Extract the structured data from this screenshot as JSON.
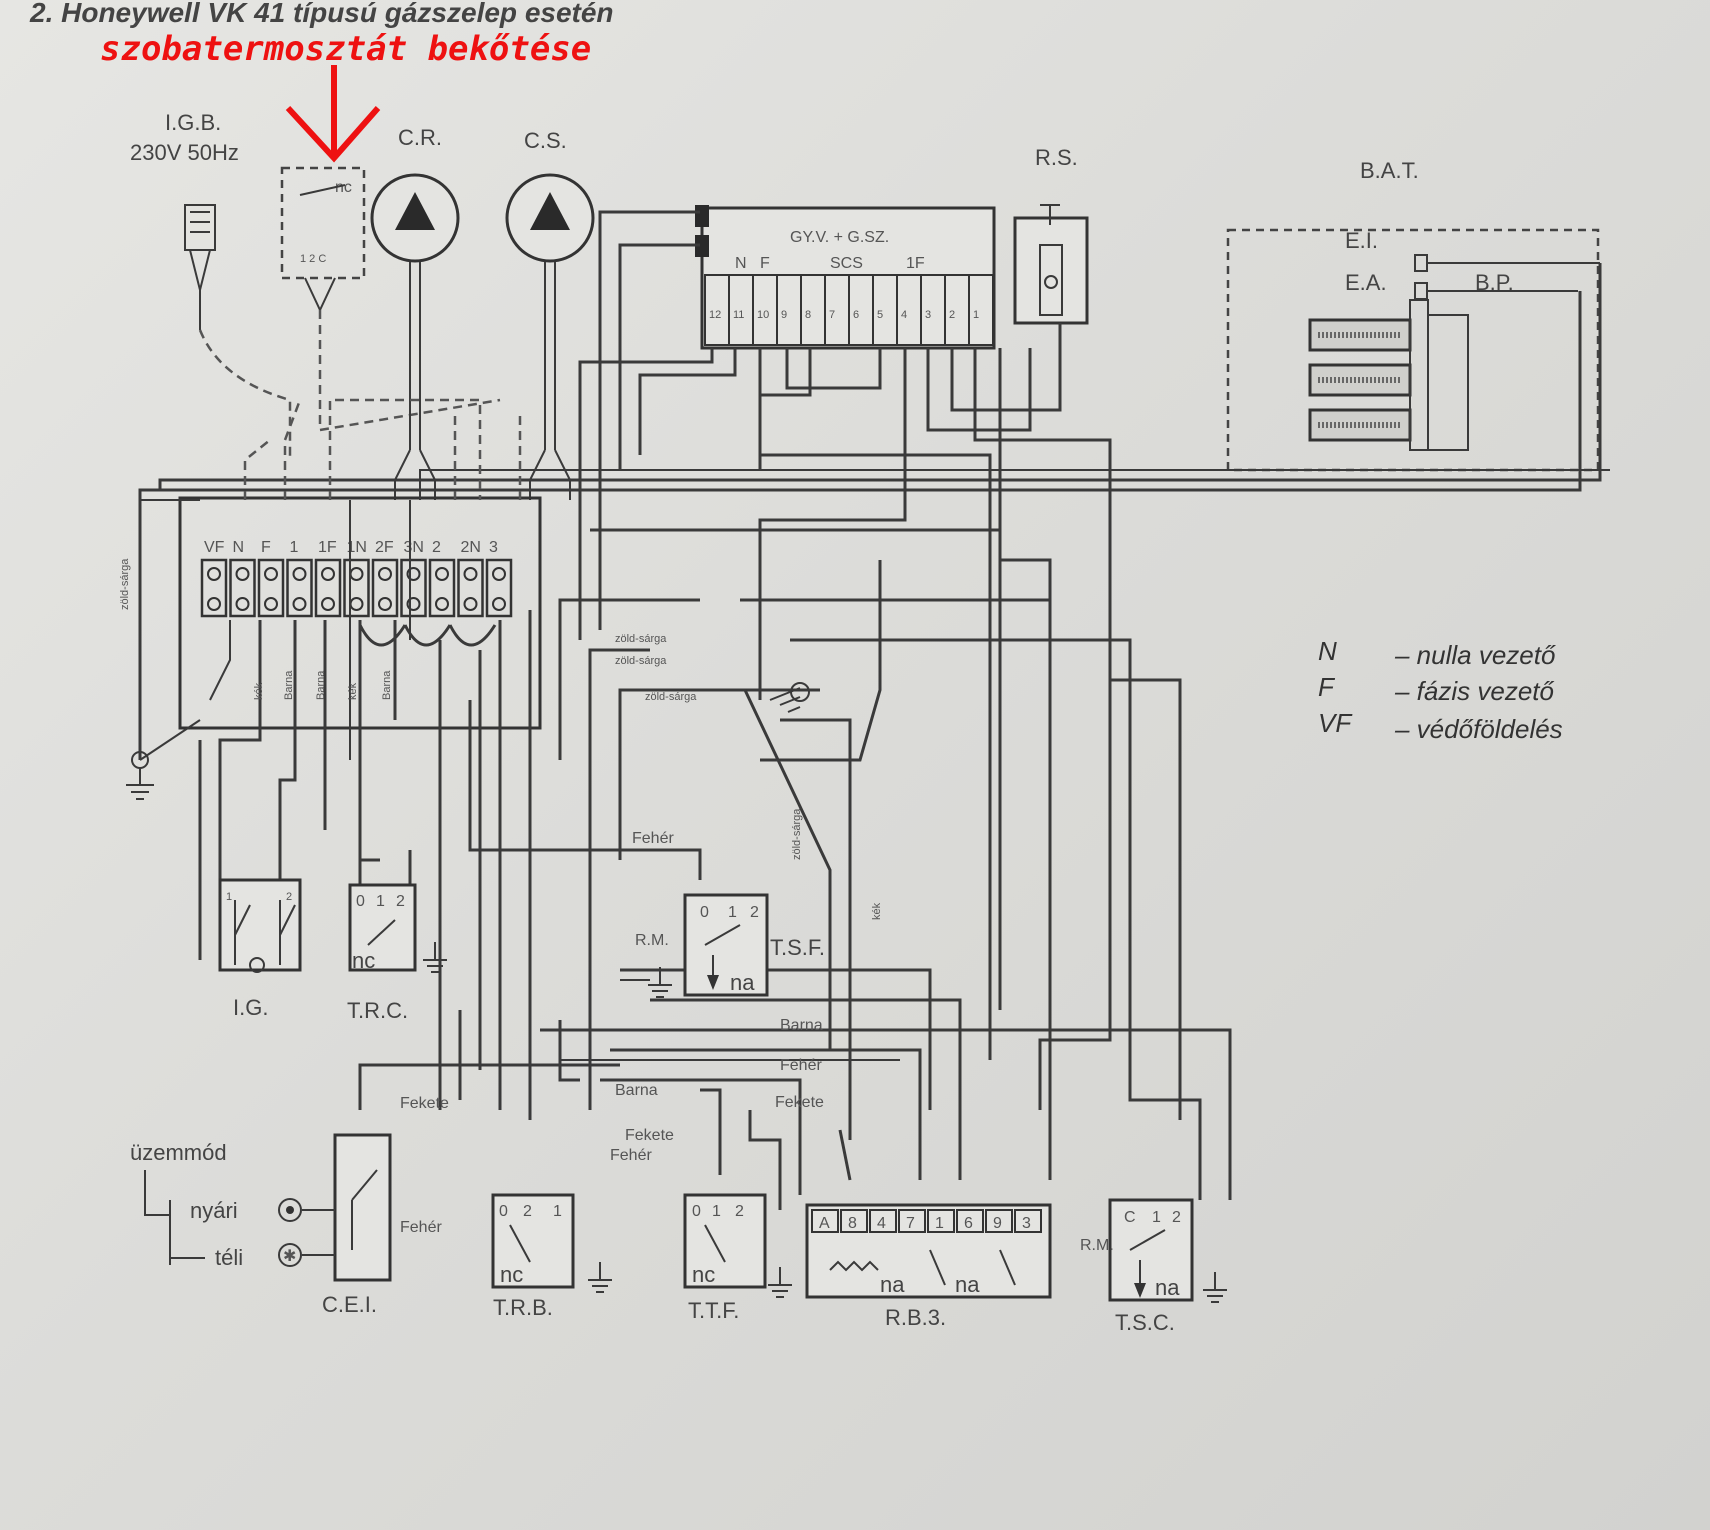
{
  "header": {
    "title": "2. Honeywell VK 41 típusú gázszelep esetén",
    "annotation": "szobatermosztát bekőtése"
  },
  "components": {
    "igb": "I.G.B.",
    "igb_voltage": "230V 50Hz",
    "cr": "C.R.",
    "cs": "C.S.",
    "rs": "R.S.",
    "bat": "B.A.T.",
    "ei": "E.I.",
    "ea": "E.A.",
    "bp": "B.P.",
    "gyv": "GY.V. + G.SZ.",
    "ig": "I.G.",
    "trc": "T.R.C.",
    "tsf": "T.S.F.",
    "rm1": "R.M.",
    "rm2": "R.M.",
    "cei": "C.E.I.",
    "trb": "T.R.B.",
    "ttf": "T.T.F.",
    "rb3": "R.B.3.",
    "tsc": "T.S.C.",
    "nc": "nc",
    "na": "na"
  },
  "gyv_pins": [
    "N",
    "F",
    "SCS",
    "1F"
  ],
  "gyv_numbers": [
    "12",
    "11",
    "10",
    "9",
    "8",
    "7",
    "6",
    "5",
    "4",
    "3",
    "2",
    "1"
  ],
  "terminal_labels": [
    "VF",
    "N",
    "F",
    "1",
    "1F",
    "1N",
    "2F",
    "3N",
    "2",
    "2N",
    "3"
  ],
  "relay_terminals": {
    "trc": [
      "0",
      "1",
      "2"
    ],
    "tsf": [
      "0",
      "1",
      "2"
    ],
    "trb": [
      "0",
      "2",
      "1"
    ],
    "ttf": [
      "0",
      "1",
      "2"
    ],
    "rb3": [
      "A",
      "8",
      "4",
      "7",
      "1",
      "6",
      "9",
      "3"
    ],
    "tsc": [
      "C",
      "1",
      "2"
    ]
  },
  "wire_colors": {
    "zold_sarga": "zöld-sárga",
    "feher": "Fehér",
    "fekete": "Fekete",
    "barna": "Barna",
    "kek": "kék"
  },
  "mode": {
    "title": "üzemmód",
    "summer": "nyári",
    "winter": "téli"
  },
  "legend": [
    {
      "symbol": "N",
      "text": "– nulla vezető"
    },
    {
      "symbol": "F",
      "text": "– fázis vezető"
    },
    {
      "symbol": "VF",
      "text": "– védőföldelés"
    }
  ],
  "colors": {
    "annotation_red": "#ee1111",
    "ink": "#3a3a3a",
    "paper": "#e2e2df"
  }
}
